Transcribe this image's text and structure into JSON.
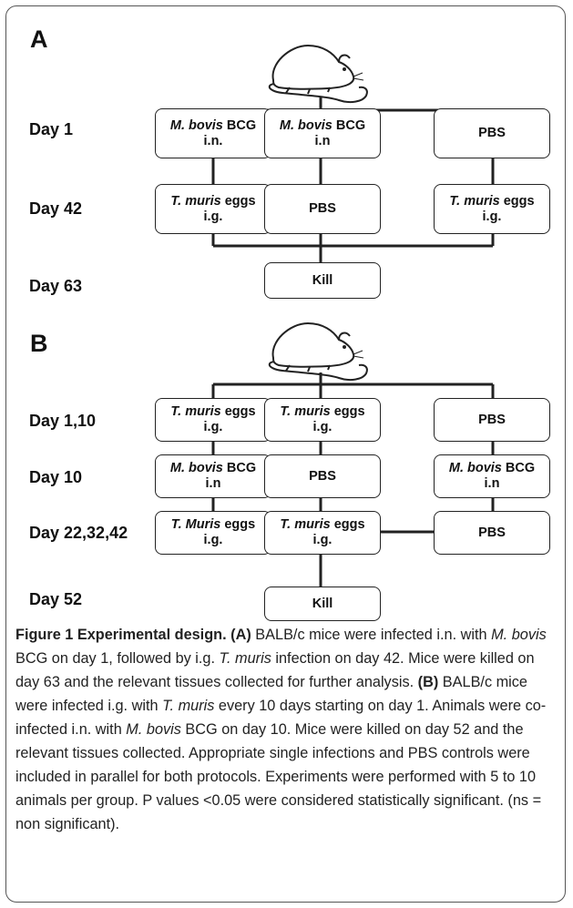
{
  "panel_a": {
    "letter": "A",
    "days": [
      "Day 1",
      "Day 42",
      "Day 63"
    ],
    "row1": [
      {
        "italic": "M. bovis",
        "rest": " BCG",
        "line2": "i.n."
      },
      {
        "italic": "M. bovis",
        "rest": " BCG",
        "line2": "i.n"
      },
      {
        "italic": "",
        "rest": "PBS",
        "line2": ""
      }
    ],
    "row2": [
      {
        "italic": "T. muris",
        "rest": " eggs",
        "line2": "i.g."
      },
      {
        "italic": "",
        "rest": "PBS",
        "line2": ""
      },
      {
        "italic": "T. muris",
        "rest": " eggs",
        "line2": "i.g."
      }
    ],
    "kill": "Kill"
  },
  "panel_b": {
    "letter": "B",
    "days": [
      "Day 1,10",
      "Day 10",
      "Day 22,32,42",
      "Day 52"
    ],
    "row1": [
      {
        "italic": "T. muris",
        "rest": " eggs",
        "line2": "i.g."
      },
      {
        "italic": "T. muris",
        "rest": " eggs",
        "line2": "i.g."
      },
      {
        "italic": "",
        "rest": "PBS",
        "line2": ""
      }
    ],
    "row2": [
      {
        "italic": "M. bovis",
        "rest": " BCG",
        "line2": "i.n"
      },
      {
        "italic": "",
        "rest": "PBS",
        "line2": ""
      },
      {
        "italic": "M. bovis",
        "rest": " BCG",
        "line2": "i.n"
      }
    ],
    "row3": [
      {
        "italic": "T. Muris",
        "rest": " eggs",
        "line2": "i.g."
      },
      {
        "italic": "T. muris",
        "rest": " eggs",
        "line2": "i.g."
      },
      {
        "italic": "",
        "rest": "PBS",
        "line2": ""
      }
    ],
    "kill": "Kill"
  },
  "caption": {
    "fig_label": "Figure 1 Experimental design.",
    "a_label": "(A)",
    "a_text_1": " BALB/c mice were infected i.n. with ",
    "a_ital_1": "M. bovis",
    "a_text_2": " BCG on day 1, followed by i.g. ",
    "a_ital_2": "T. muris",
    "a_text_3": " infection on day 42. Mice were killed on day 63 and the relevant tissues collected for further analysis. ",
    "b_label": "(B)",
    "b_text_1": " BALB/c mice were infected i.g. with ",
    "b_ital_1": "T. muris",
    "b_text_2": " every 10 days starting on day 1. Animals were co-infected i.n. with ",
    "b_ital_2": "M. bovis",
    "b_text_3": " BCG on day 10. Mice were killed on day 52 and the relevant tissues collected. Appropriate single infections and PBS controls were included in parallel for both protocols. Experiments were performed with 5 to 10 animals per group. P values <0.05 were considered statistically significant. (ns = non significant)."
  },
  "colors": {
    "line": "#222222",
    "border": "#555555"
  },
  "icons": [
    "mouse-icon"
  ]
}
